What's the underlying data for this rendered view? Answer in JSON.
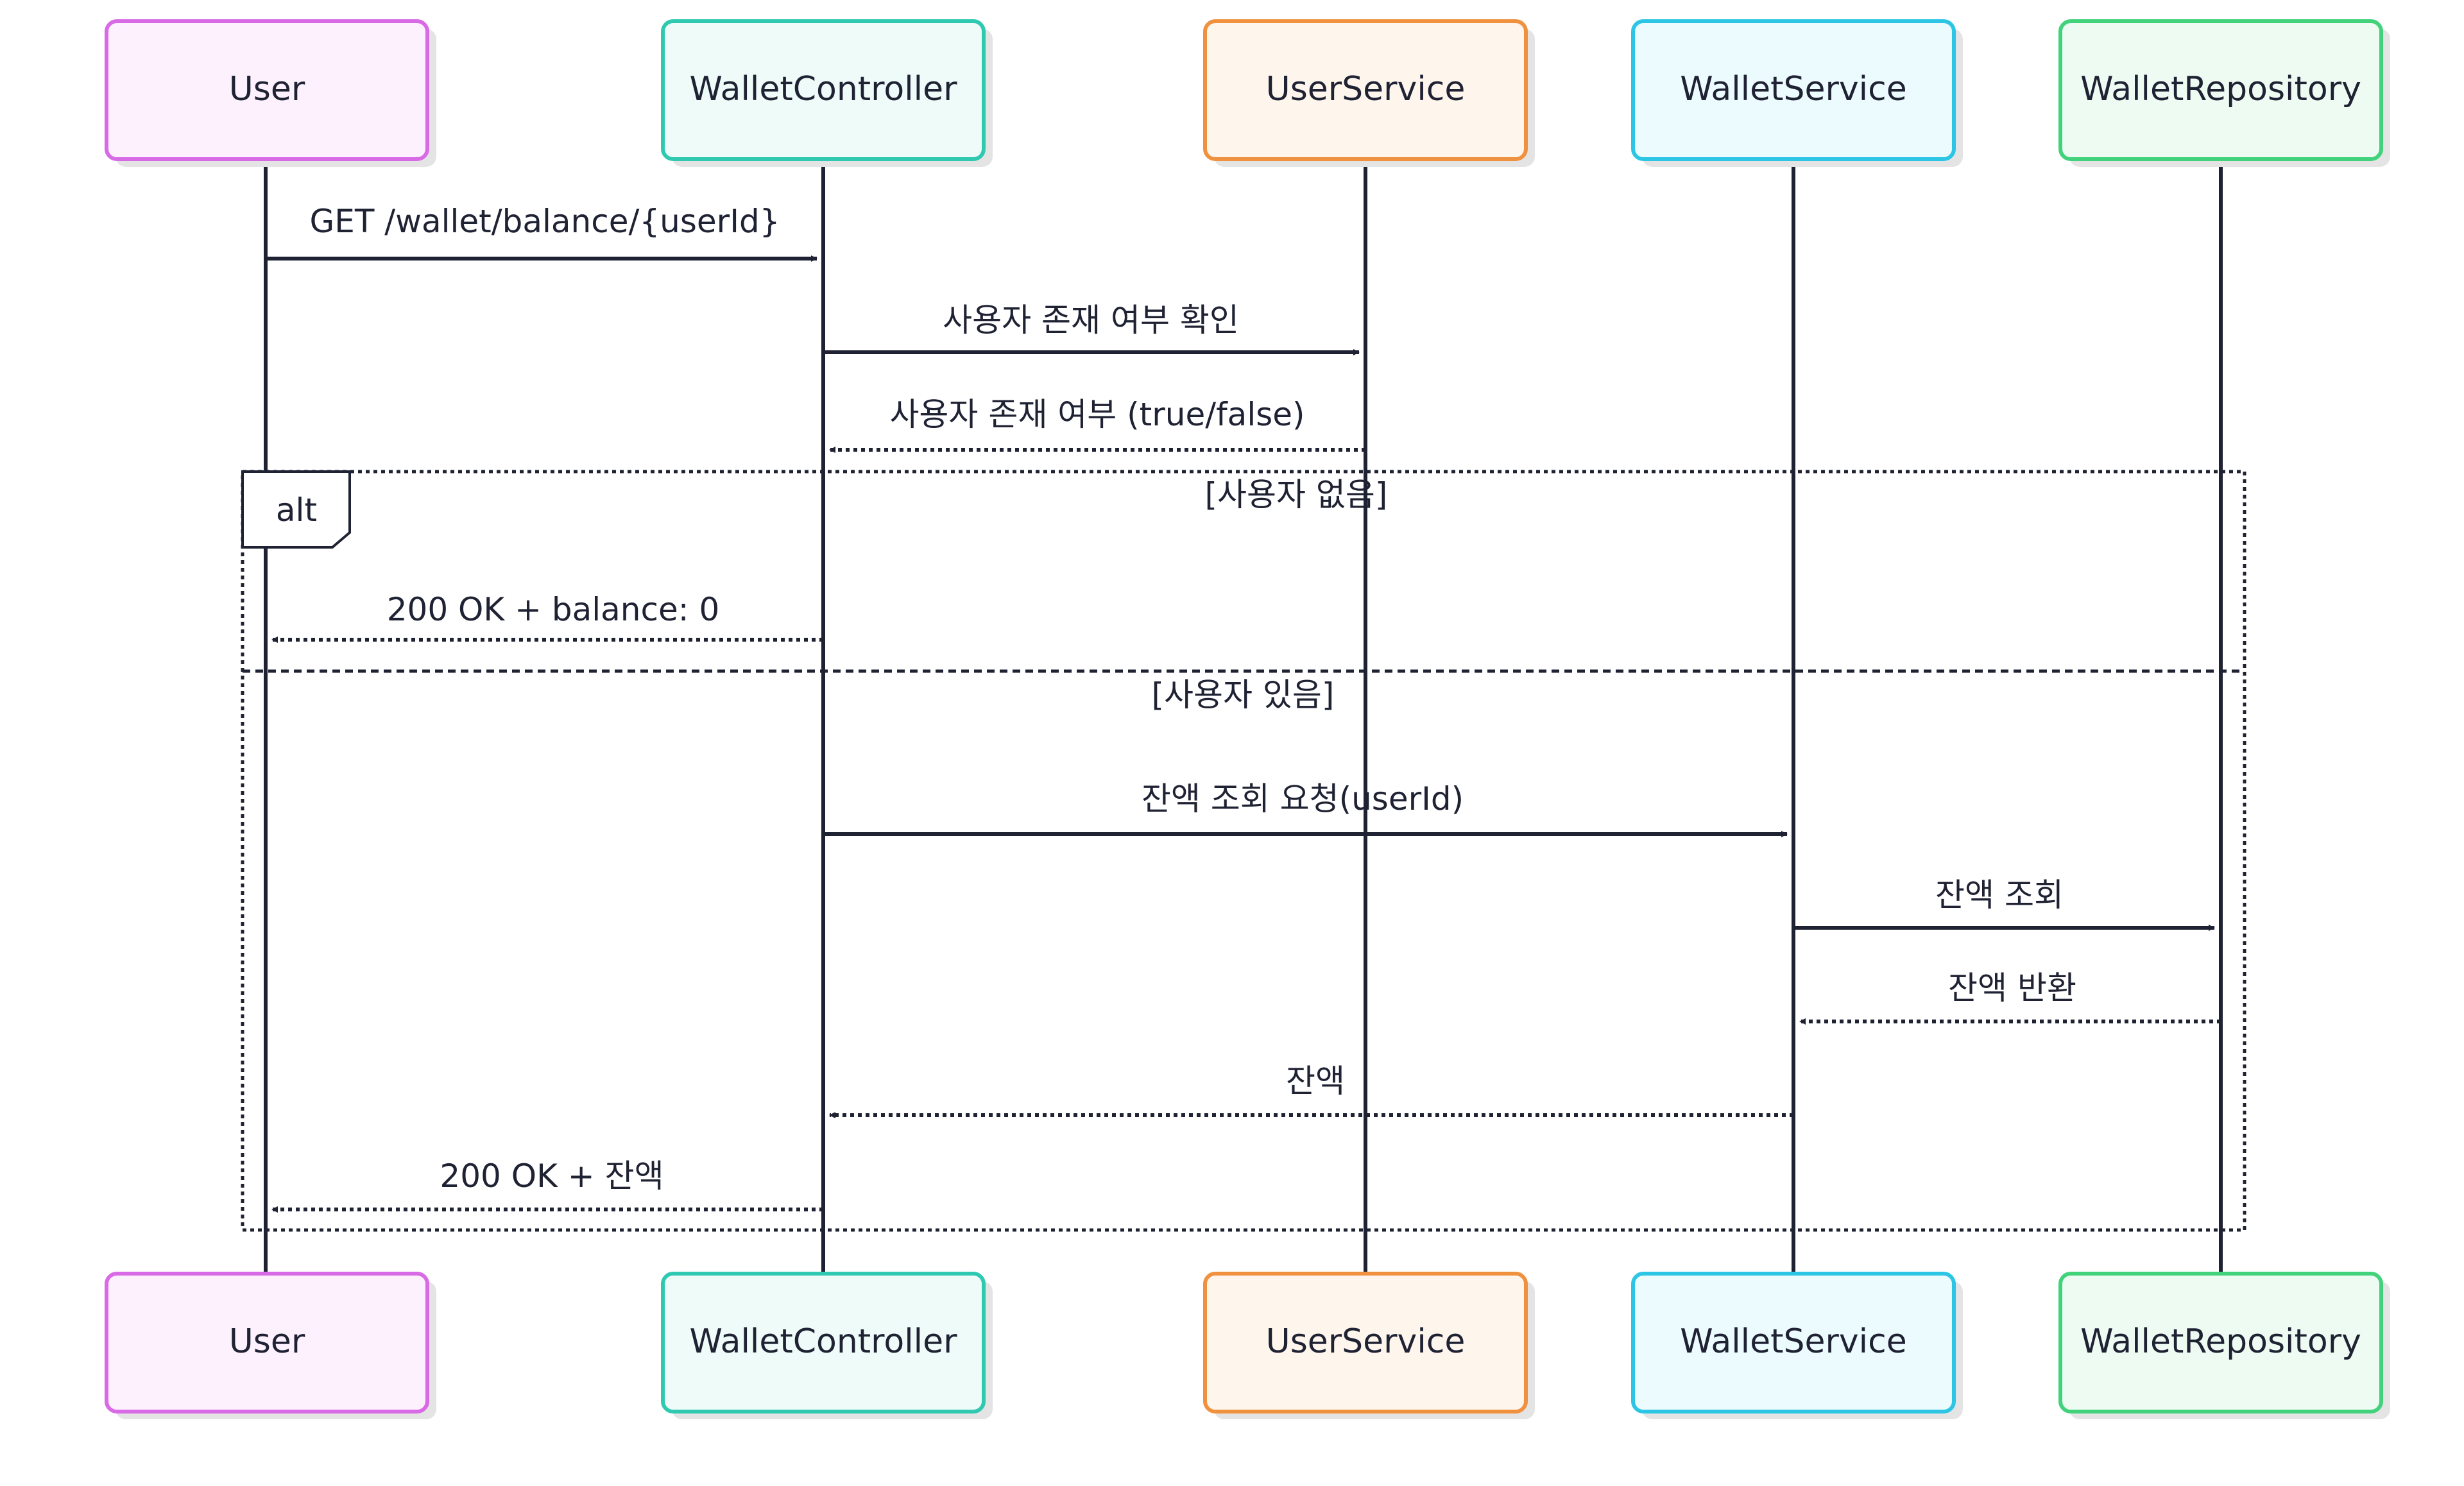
{
  "diagram": {
    "type": "sequence",
    "participants": [
      {
        "id": "user",
        "label": "User",
        "stroke": "#d86ae6",
        "fill": "#fdf1fe"
      },
      {
        "id": "controller",
        "label": "WalletController",
        "stroke": "#2ec9b0",
        "fill": "#eefbf8"
      },
      {
        "id": "userservice",
        "label": "UserService",
        "stroke": "#f0913f",
        "fill": "#fef5ec"
      },
      {
        "id": "walletservice",
        "label": "WalletService",
        "stroke": "#2cc5e4",
        "fill": "#ebfbfe"
      },
      {
        "id": "repository",
        "label": "WalletRepository",
        "stroke": "#43d27c",
        "fill": "#edfbf2"
      }
    ],
    "messages": [
      {
        "from": "user",
        "to": "controller",
        "label": "GET /wallet/balance/{userId}",
        "style": "solid"
      },
      {
        "from": "controller",
        "to": "userservice",
        "label": "사용자 존재 여부 확인",
        "style": "solid"
      },
      {
        "from": "userservice",
        "to": "controller",
        "label": "사용자 존재 여부 (true/false)",
        "style": "dashed"
      },
      {
        "from": "controller",
        "to": "user",
        "label": "200 OK + balance: 0",
        "style": "dashed"
      },
      {
        "from": "controller",
        "to": "walletservice",
        "label": "잔액 조회 요청(userId)",
        "style": "solid"
      },
      {
        "from": "walletservice",
        "to": "repository",
        "label": "잔액 조회",
        "style": "solid"
      },
      {
        "from": "repository",
        "to": "walletservice",
        "label": "잔액 반환",
        "style": "dashed"
      },
      {
        "from": "walletservice",
        "to": "controller",
        "label": "잔액",
        "style": "dashed"
      },
      {
        "from": "controller",
        "to": "user",
        "label": "200 OK + 잔액",
        "style": "dashed"
      }
    ],
    "fragment": {
      "kind": "alt",
      "label": "alt",
      "conditions": [
        "[사용자 없음]",
        "[사용자 있음]"
      ]
    },
    "colors": {
      "line": "#1f2233",
      "text": "#1f2233",
      "shadow": "#e4e4e4"
    }
  }
}
